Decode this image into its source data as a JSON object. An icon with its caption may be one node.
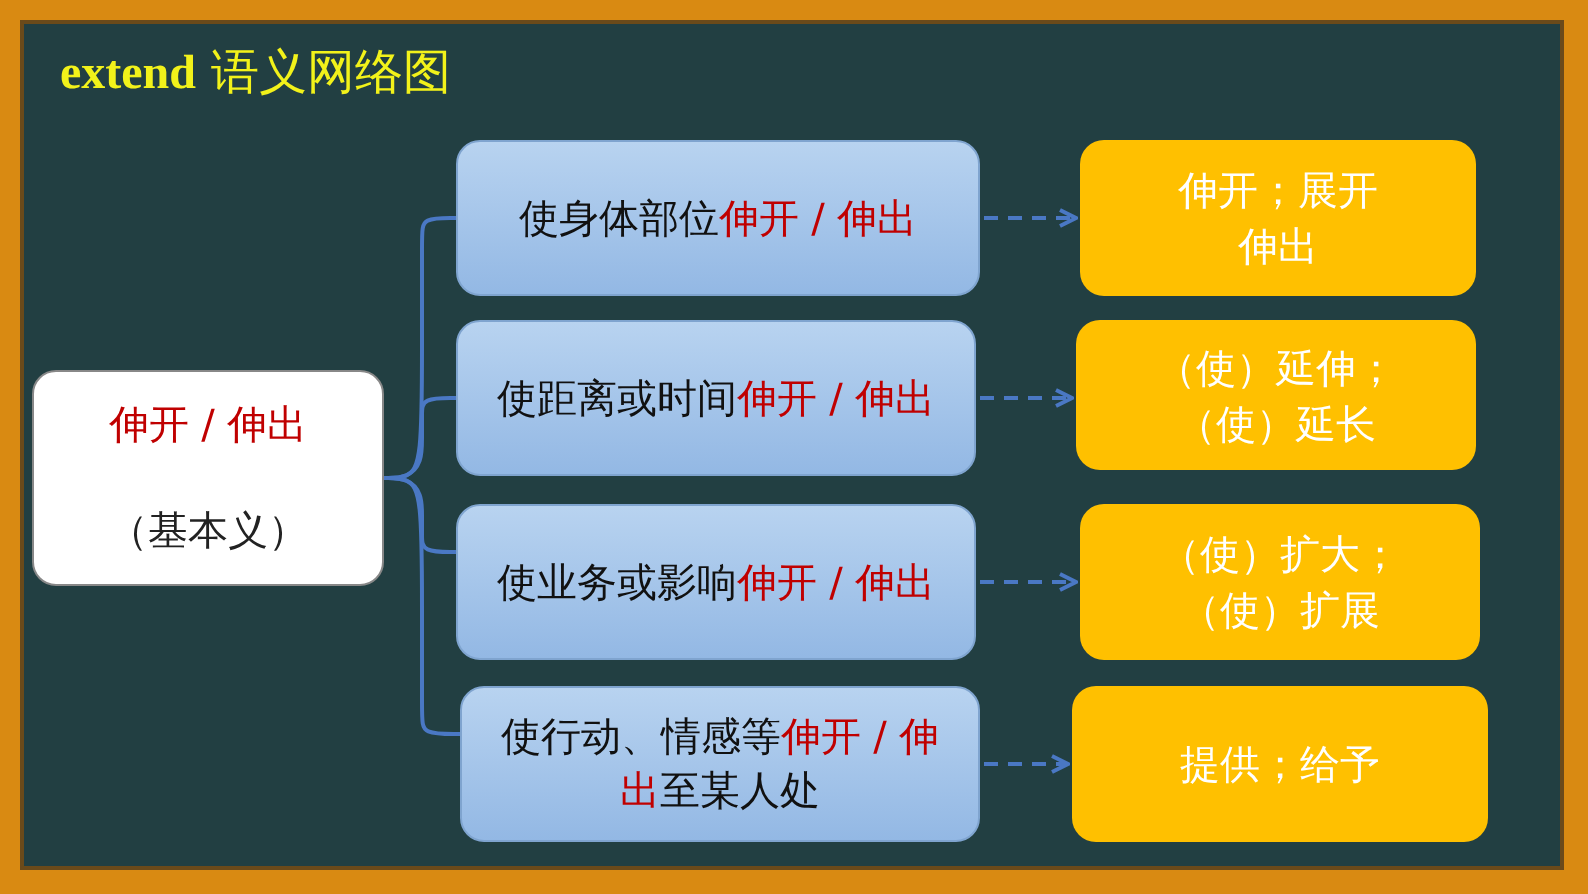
{
  "diagram": {
    "title": "**extend** 语义网络图",
    "nodes": [
      {
        "text": [
          "伸开 / 伸出",
          "（基本义）"
        ]
      },
      {
        "text": [
          "使身体部位**伸开 / 伸出**"
        ]
      },
      {
        "text": [
          "伸开；展开",
          "伸出"
        ]
      },
      {
        "text": [
          "使距离或时间**伸开 / 伸出**"
        ]
      },
      {
        "text": [
          "（使）延伸；",
          "（使）延长"
        ]
      },
      {
        "text": [
          "使业务或影响**伸开 / 伸出**"
        ]
      },
      {
        "text": [
          "（使）扩大；",
          "（使）扩展"
        ]
      },
      {
        "text": [
          "使行动、情感等**伸开 / 伸出**至某人处"
        ]
      },
      {
        "text": [
          "提供；给予"
        ]
      }
    ],
    "edges": [
      {
        "from": 0,
        "to": 1,
        "arrow": "none"
      },
      {
        "from": 0,
        "to": 3,
        "arrow": "none"
      },
      {
        "from": 0,
        "to": 5,
        "arrow": "none"
      },
      {
        "from": 0,
        "to": 7,
        "arrow": "none"
      },
      {
        "from": 1,
        "to": 2,
        "arrow": "to",
        "style": "dashed"
      },
      {
        "from": 3,
        "to": 4,
        "arrow": "to",
        "style": "dashed"
      },
      {
        "from": 5,
        "to": 6,
        "arrow": "to",
        "style": "dashed"
      },
      {
        "from": 7,
        "to": 8,
        "arrow": "to",
        "style": "dashed"
      }
    ]
  }
}
